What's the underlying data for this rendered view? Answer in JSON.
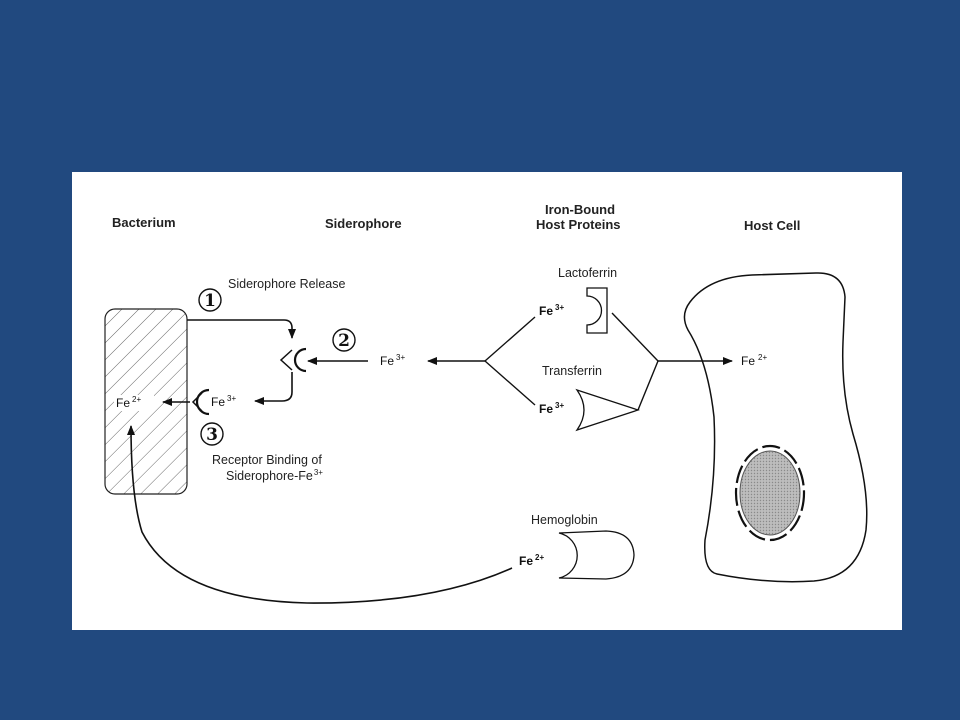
{
  "slide": {
    "background_color": "#21497f",
    "panel_color": "#ffffff"
  },
  "headers": {
    "bacterium": "Bacterium",
    "siderophore": "Siderophore",
    "iron_bound_line1": "Iron-Bound",
    "iron_bound_line2": "Host Proteins",
    "host_cell": "Host Cell"
  },
  "steps": {
    "step1_number": "1",
    "step1_label": "Siderophore Release",
    "step2_number": "2",
    "step3_number": "3",
    "step3_label_line1": "Receptor Binding of",
    "step3_label_line2": "Siderophore-Fe"
  },
  "proteins": {
    "lactoferrin": "Lactoferrin",
    "transferrin": "Transferrin",
    "hemoglobin": "Hemoglobin"
  },
  "ions": {
    "fe": "Fe",
    "ferric_charge": "3+",
    "ferrous_charge": "2+"
  }
}
